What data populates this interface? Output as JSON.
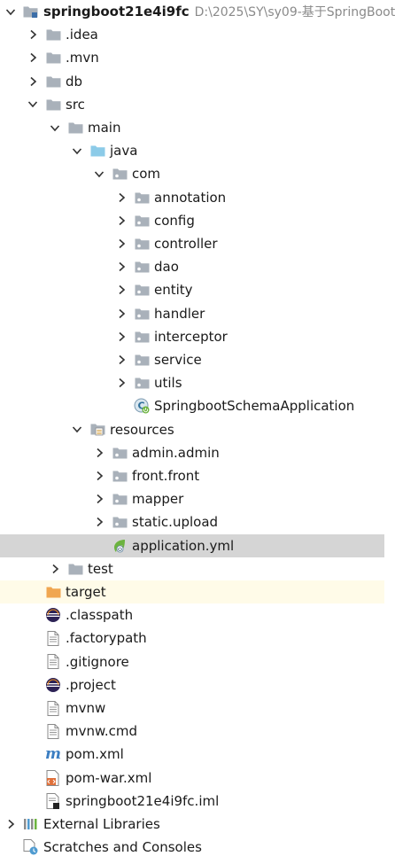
{
  "project_path": "D:\\2025\\SY\\sy09-基于SpringBoot",
  "rows": [
    {
      "label": "springboot21e4i9fc",
      "depth": 0,
      "chevron": "down",
      "icon": "module",
      "bold": true
    },
    {
      "label": ".idea",
      "depth": 1,
      "chevron": "right",
      "icon": "folder"
    },
    {
      "label": ".mvn",
      "depth": 1,
      "chevron": "right",
      "icon": "folder"
    },
    {
      "label": "db",
      "depth": 1,
      "chevron": "right",
      "icon": "folder"
    },
    {
      "label": "src",
      "depth": 1,
      "chevron": "down",
      "icon": "folder"
    },
    {
      "label": "main",
      "depth": 2,
      "chevron": "down",
      "icon": "folder"
    },
    {
      "label": "java",
      "depth": 3,
      "chevron": "down",
      "icon": "folder-source"
    },
    {
      "label": "com",
      "depth": 4,
      "chevron": "down",
      "icon": "package"
    },
    {
      "label": "annotation",
      "depth": 5,
      "chevron": "right",
      "icon": "package"
    },
    {
      "label": "config",
      "depth": 5,
      "chevron": "right",
      "icon": "package"
    },
    {
      "label": "controller",
      "depth": 5,
      "chevron": "right",
      "icon": "package"
    },
    {
      "label": "dao",
      "depth": 5,
      "chevron": "right",
      "icon": "package"
    },
    {
      "label": "entity",
      "depth": 5,
      "chevron": "right",
      "icon": "package"
    },
    {
      "label": "handler",
      "depth": 5,
      "chevron": "right",
      "icon": "package"
    },
    {
      "label": "interceptor",
      "depth": 5,
      "chevron": "right",
      "icon": "package"
    },
    {
      "label": "service",
      "depth": 5,
      "chevron": "right",
      "icon": "package"
    },
    {
      "label": "utils",
      "depth": 5,
      "chevron": "right",
      "icon": "package"
    },
    {
      "label": "SpringbootSchemaApplication",
      "depth": 5,
      "chevron": "none",
      "icon": "spring-class"
    },
    {
      "label": "resources",
      "depth": 3,
      "chevron": "down",
      "icon": "folder-resources"
    },
    {
      "label": "admin.admin",
      "depth": 4,
      "chevron": "right",
      "icon": "package"
    },
    {
      "label": "front.front",
      "depth": 4,
      "chevron": "right",
      "icon": "package"
    },
    {
      "label": "mapper",
      "depth": 4,
      "chevron": "right",
      "icon": "package"
    },
    {
      "label": "static.upload",
      "depth": 4,
      "chevron": "right",
      "icon": "package"
    },
    {
      "label": "application.yml",
      "depth": 4,
      "chevron": "none",
      "icon": "spring-yml",
      "selected": true
    },
    {
      "label": "test",
      "depth": 2,
      "chevron": "right",
      "icon": "folder"
    },
    {
      "label": "target",
      "depth": 1,
      "chevron": "none",
      "icon": "folder-excluded",
      "excluded": true
    },
    {
      "label": ".classpath",
      "depth": 1,
      "chevron": "none",
      "icon": "eclipse"
    },
    {
      "label": ".factorypath",
      "depth": 1,
      "chevron": "none",
      "icon": "file"
    },
    {
      "label": ".gitignore",
      "depth": 1,
      "chevron": "none",
      "icon": "file"
    },
    {
      "label": ".project",
      "depth": 1,
      "chevron": "none",
      "icon": "eclipse"
    },
    {
      "label": "mvnw",
      "depth": 1,
      "chevron": "none",
      "icon": "file"
    },
    {
      "label": "mvnw.cmd",
      "depth": 1,
      "chevron": "none",
      "icon": "file"
    },
    {
      "label": "pom.xml",
      "depth": 1,
      "chevron": "none",
      "icon": "maven"
    },
    {
      "label": "pom-war.xml",
      "depth": 1,
      "chevron": "none",
      "icon": "xml"
    },
    {
      "label": "springboot21e4i9fc.iml",
      "depth": 1,
      "chevron": "none",
      "icon": "iml"
    },
    {
      "label": "External Libraries",
      "depth": 0,
      "chevron": "right",
      "icon": "libraries"
    },
    {
      "label": "Scratches and Consoles",
      "depth": 0,
      "chevron": "none",
      "icon": "scratches"
    }
  ],
  "colors": {
    "folder": "#a9b1ba",
    "source_folder": "#8ccbe8",
    "excluded_folder": "#f0a650",
    "selected_row": "#d5d5d5",
    "excluded_row": "#fffbe8",
    "spring": "#6cb33f",
    "maven": "#3b7ec2",
    "xml": "#e0703a"
  }
}
